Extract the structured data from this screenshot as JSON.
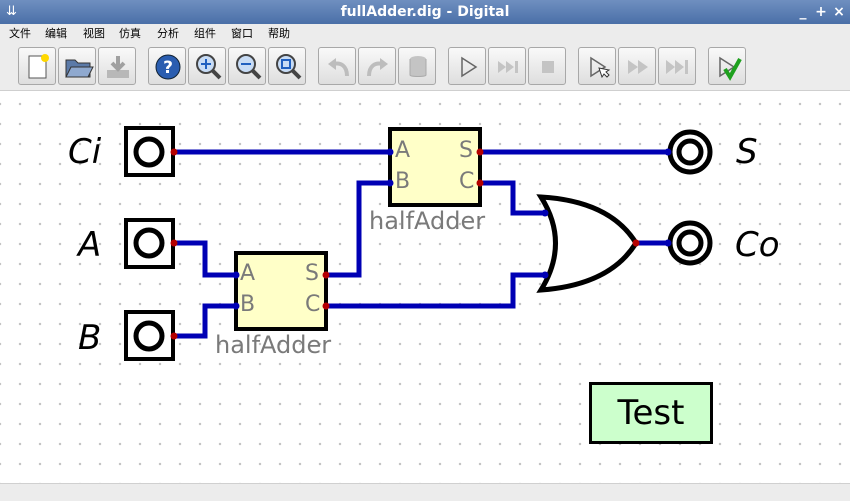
{
  "window": {
    "title": "fullAdder.dig - Digital",
    "controls": [
      "_",
      "+",
      "×"
    ]
  },
  "menu": {
    "items": [
      "文件",
      "编辑",
      "视图",
      "仿真",
      "分析",
      "组件",
      "窗口",
      "帮助"
    ]
  },
  "toolbar": {
    "buttons": [
      {
        "name": "new-file",
        "icon": "new-file-icon"
      },
      {
        "name": "open",
        "icon": "folder-open-icon"
      },
      {
        "name": "save",
        "icon": "save-icon"
      },
      {
        "name": "help",
        "icon": "help-icon"
      },
      {
        "name": "zoom-in",
        "icon": "zoom-in-icon"
      },
      {
        "name": "zoom-out",
        "icon": "zoom-out-icon"
      },
      {
        "name": "zoom-fit",
        "icon": "zoom-fit-icon"
      },
      {
        "name": "undo",
        "icon": "undo-icon"
      },
      {
        "name": "redo",
        "icon": "redo-icon"
      },
      {
        "name": "delete",
        "icon": "delete-icon"
      },
      {
        "name": "run",
        "icon": "play-icon"
      },
      {
        "name": "step",
        "icon": "step-icon"
      },
      {
        "name": "stop",
        "icon": "stop-icon"
      },
      {
        "name": "micro-step",
        "icon": "cursor-step-icon"
      },
      {
        "name": "fast-forward",
        "icon": "fast-forward-icon"
      },
      {
        "name": "skip-end",
        "icon": "skip-end-icon"
      },
      {
        "name": "run-tests",
        "icon": "test-check-icon"
      }
    ]
  },
  "circuit": {
    "inputs": {
      "ci": "Ci",
      "a": "A",
      "b": "B"
    },
    "outputs": {
      "s": "S",
      "co": "Co"
    },
    "half_adder_1": {
      "name": "halfAdder",
      "pin_a": "A",
      "pin_b": "B",
      "pin_s": "S",
      "pin_c": "C"
    },
    "half_adder_2": {
      "name": "halfAdder",
      "pin_a": "A",
      "pin_b": "B",
      "pin_s": "S",
      "pin_c": "C"
    },
    "or_gate": {
      "type": "OR"
    },
    "test_case": {
      "label": "Test"
    }
  },
  "colors": {
    "wire": "#0000b4",
    "pin_dot": "#b40000",
    "component_fill": "#ffffc8",
    "test_fill": "#ccffcc",
    "title_bar": "#5a7db4"
  }
}
